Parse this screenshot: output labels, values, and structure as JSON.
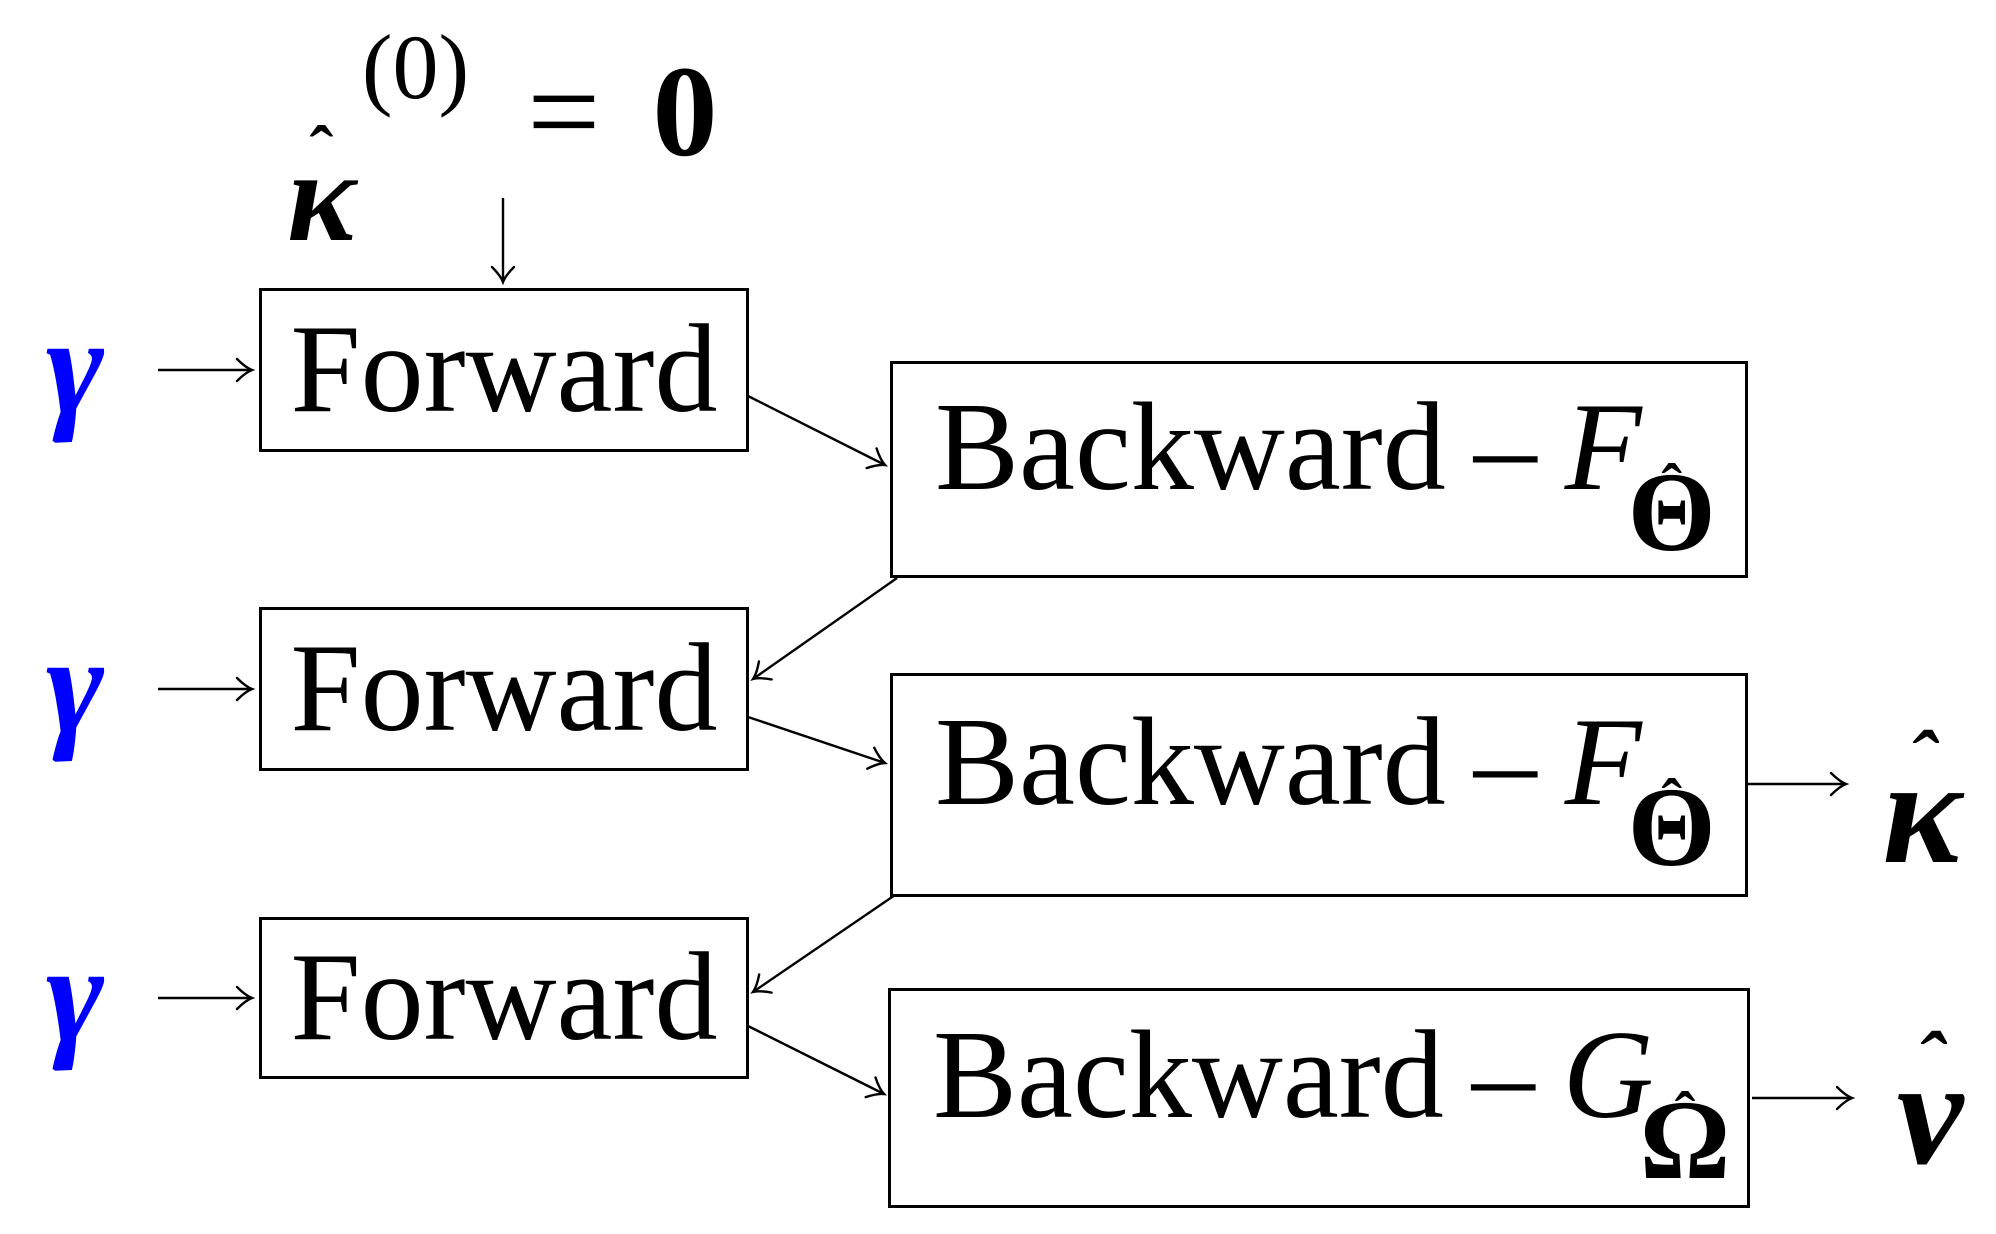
{
  "colors": {
    "background": "#ffffff",
    "stroke": "#000000",
    "input_symbol": "#0000ff"
  },
  "initial_condition": {
    "kappa": "κ",
    "hat": "ˆ",
    "superscript": "(0)",
    "equals": "=",
    "value": "0"
  },
  "inputs": [
    {
      "symbol": "γ"
    },
    {
      "symbol": "γ"
    },
    {
      "symbol": "γ"
    }
  ],
  "forward_blocks": [
    {
      "label": "Forward"
    },
    {
      "label": "Forward"
    },
    {
      "label": "Forward"
    }
  ],
  "backward_blocks": [
    {
      "label": "Backward",
      "separator": "–",
      "function_symbol": "F",
      "subscript_symbol": "Θ",
      "subscript_hat": "ˆ"
    },
    {
      "label": "Backward",
      "separator": "–",
      "function_symbol": "F",
      "subscript_symbol": "Θ",
      "subscript_hat": "ˆ"
    },
    {
      "label": "Backward",
      "separator": "–",
      "function_symbol": "G",
      "subscript_symbol": "Ω",
      "subscript_hat": "ˆ"
    }
  ],
  "outputs": [
    {
      "symbol": "κ",
      "hat": "ˆ"
    },
    {
      "symbol": "v",
      "hat": "ˆ"
    }
  ]
}
